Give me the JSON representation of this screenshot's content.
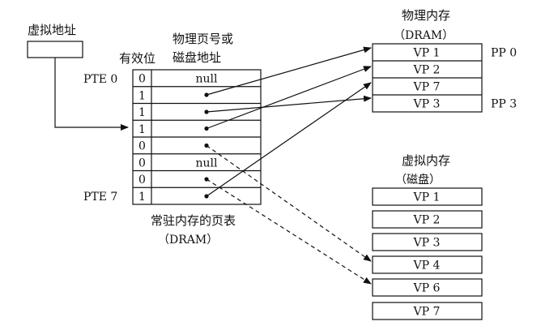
{
  "virtual_address": {
    "label": "虚拟地址"
  },
  "page_table": {
    "valid_header": "有效位",
    "addr_header_line1": "物理页号或",
    "addr_header_line2": "磁盘地址",
    "pte_first_label": "PTE 0",
    "pte_last_label": "PTE 7",
    "caption_line1": "常驻内存的页表",
    "caption_line2": "（DRAM）",
    "rows": [
      {
        "valid": "0",
        "addr": "null"
      },
      {
        "valid": "1",
        "addr": ""
      },
      {
        "valid": "1",
        "addr": ""
      },
      {
        "valid": "1",
        "addr": ""
      },
      {
        "valid": "0",
        "addr": ""
      },
      {
        "valid": "0",
        "addr": "null"
      },
      {
        "valid": "0",
        "addr": ""
      },
      {
        "valid": "1",
        "addr": ""
      }
    ]
  },
  "physical_memory": {
    "title_line1": "物理内存",
    "title_line2": "（DRAM）",
    "pages": [
      "VP 1",
      "VP 2",
      "VP 7",
      "VP 3"
    ],
    "pp_first_label": "PP 0",
    "pp_last_label": "PP 3"
  },
  "virtual_memory": {
    "title_line1": "虚拟内存",
    "title_line2": "（磁盘）",
    "pages": [
      "VP 1",
      "VP 2",
      "VP 3",
      "VP 4",
      "VP 6",
      "VP 7"
    ]
  }
}
